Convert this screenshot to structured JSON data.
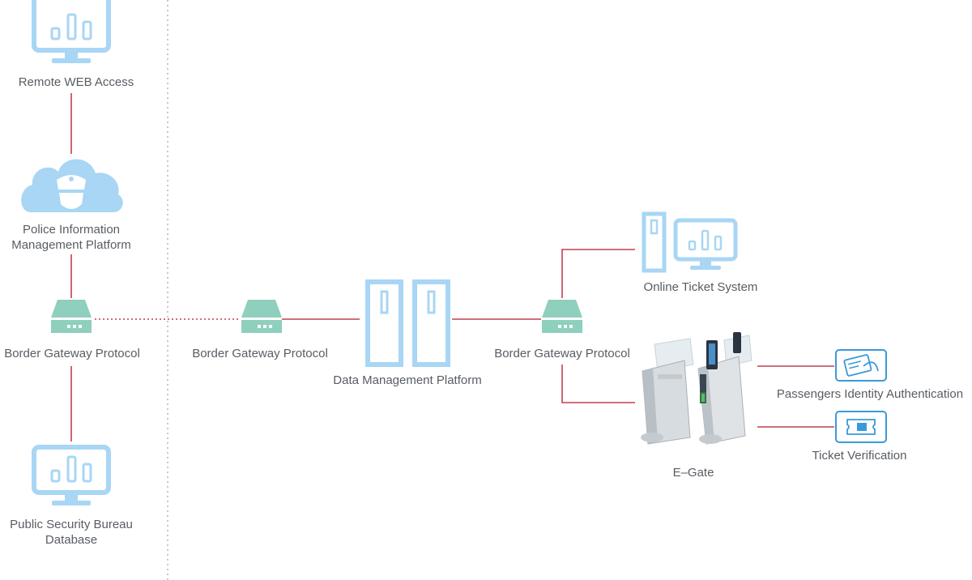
{
  "nodes": {
    "remote_web_access": "Remote WEB Access",
    "police_platform": {
      "line1": "Police Information",
      "line2": "Management Platform"
    },
    "gateway_left": "Border Gateway Protocol",
    "gateway_middle": "Border Gateway Protocol",
    "gateway_right": "Border Gateway Protocol",
    "public_security_db": {
      "line1": "Public Security Bureau",
      "line2": "Database"
    },
    "data_management": "Data Management Platform",
    "online_ticket": "Online Ticket System",
    "egate": "E–Gate",
    "identity_auth": "Passengers Identity Authentication",
    "ticket_verification": "Ticket Verification"
  },
  "icons": {
    "monitor": "monitor-chart-icon",
    "cloud": "police-cloud-icon",
    "gateway": "gateway-server-icon",
    "datacenter": "server-rack-icon",
    "pc": "pc-tower-icon",
    "gate": "e-gate-turnstile-icon",
    "id_card": "id-card-icon",
    "ticket": "ticket-icon"
  },
  "colors": {
    "icon_blue": "#a8d6f4",
    "icon_blue_dark": "#7fc3ec",
    "gateway_green": "#8ecfbd",
    "connector_red": "#c0404c",
    "divider_gray": "#b5b5b5",
    "auth_blue": "#3a9ad9"
  }
}
